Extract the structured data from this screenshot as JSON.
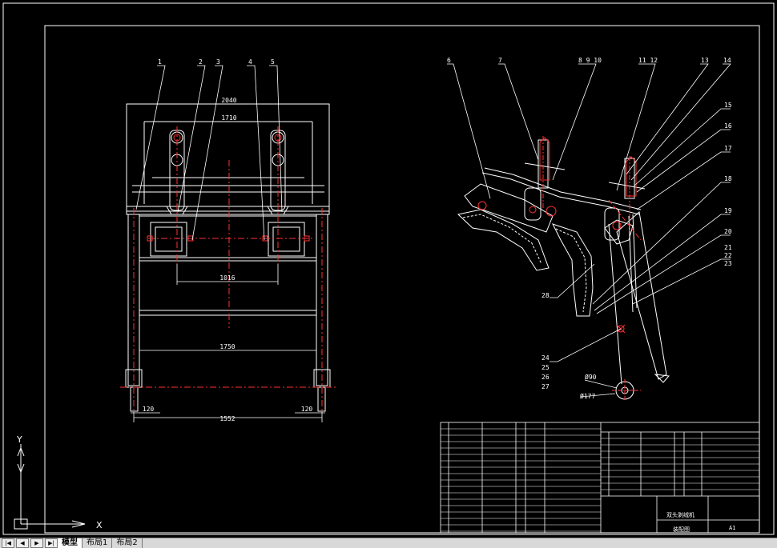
{
  "drawing": {
    "front_view": {
      "dim_2040": "2040",
      "dim_1710": "1710",
      "dim_1016": "1016",
      "dim_1750": "1750",
      "dim_1552": "1552",
      "dim_120_left": "120",
      "dim_120_right": "120"
    },
    "side_view": {
      "dim_d90": "Ø90",
      "dim_d177": "Ø177"
    },
    "callouts": {
      "c1": "1",
      "c2": "2",
      "c3": "3",
      "c4": "4",
      "c5": "5",
      "c6": "6",
      "c7": "7",
      "c8_9_10": "8  9  10",
      "c11_12": "11 12",
      "c13": "13",
      "c14": "14",
      "c15": "15",
      "c16": "16",
      "c17": "17",
      "c18": "18",
      "c19": "19",
      "c20": "20",
      "c21": "21",
      "c22": "22",
      "c23": "23",
      "c24": "24",
      "c25": "25",
      "c26": "26",
      "c27": "27",
      "c28": "28"
    },
    "title_block": {
      "name": "双头剥绒机",
      "sheet": "A1",
      "drawing_no": "装配图"
    },
    "colors": {
      "line_white": "#ffffff",
      "line_red": "#ff3030",
      "line_yellow": "#ffff40"
    }
  },
  "ucs_icon": {
    "x_label": "X",
    "y_label": "Y"
  },
  "tabs": {
    "model": "模型",
    "layout1": "布局1",
    "layout2": "布局2"
  }
}
